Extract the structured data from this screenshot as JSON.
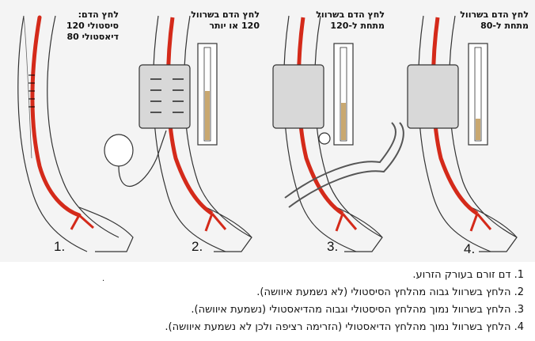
{
  "panels": [
    {
      "number": "1.",
      "label": "לחץ הדם:\nסיסטולי 120\nדיאסטולי 80"
    },
    {
      "number": "2.",
      "label": "לחץ הדם בשרוול\n120 או יותר"
    },
    {
      "number": "3.",
      "label": "לחץ הדם בשרוול\nמתחת ל-120"
    },
    {
      "number": "4.",
      "label": "לחץ הדם בשרוול\nמתחת ל-80"
    }
  ],
  "captions": [
    "1. דם זורם בעורק הזרוע.",
    "2. הלחץ בשרוול גבוה מהלחץ הסיסטולי (לא נשמעת איוושה).",
    "3. הלחץ בשרוול נמוך מהלחץ הסיסטולי וגבוה מהדיאסטולי (נשמעת איוושה).",
    "4. הלחץ בשרוול נמוך מהלחץ הדיאסטולי (הזרימה רציפה ולכן לא נשמעת איוושה)."
  ],
  "colors": {
    "artery": "#d42a1a",
    "cuff": "#d8d8d8",
    "panel_bg": "#f4f4f4",
    "mercury": "#c9a870"
  }
}
